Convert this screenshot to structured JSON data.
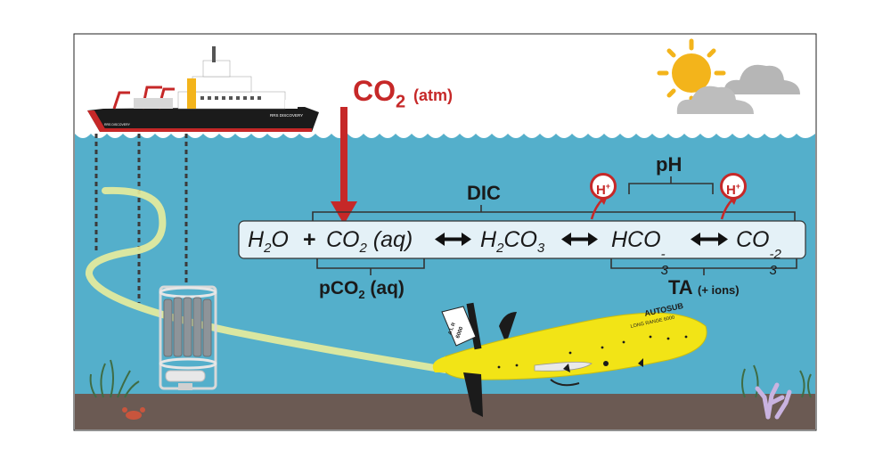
{
  "atmosphere": {
    "co2": "CO",
    "co2_sub": "2",
    "co2_note": "(atm)"
  },
  "ship": {
    "name": "RRS DISCOVERY",
    "bow_name": "RRS DISCOVERY"
  },
  "chemistry": {
    "dic": "DIC",
    "ph": "pH",
    "h_ion": "H",
    "h_ion_sup": "+",
    "pco2": "pCO",
    "pco2_sub": "2",
    "pco2_note": "(aq)",
    "ta": "TA",
    "ta_note": "(+ ions)",
    "equation": {
      "h2o_a": "H",
      "h2o_sub": "2",
      "h2o_b": "O",
      "plus": "+",
      "co2_a": "CO",
      "co2_sub": "2",
      "co2_b": "(aq)",
      "h2co3_a": "H",
      "h2co3_sub1": "2",
      "h2co3_b": "CO",
      "h2co3_sub2": "3",
      "hco3_a": "HCO",
      "hco3_sub": "3",
      "hco3_sup": "-",
      "co3_a": "CO",
      "co3_sub": "3",
      "co3_sup": "-2"
    }
  },
  "vehicle": {
    "name": "AUTOSUB",
    "subtitle": "LONG RANGE 6000",
    "fin": "A L R",
    "fin_model": "6000"
  },
  "colors": {
    "sky": "#ffffff",
    "sea": "#54afcb",
    "seabed": "#6b5a53",
    "co2_arrow": "#c62828",
    "auv": "#f2e416",
    "equation_box": "#e4f1f7"
  }
}
